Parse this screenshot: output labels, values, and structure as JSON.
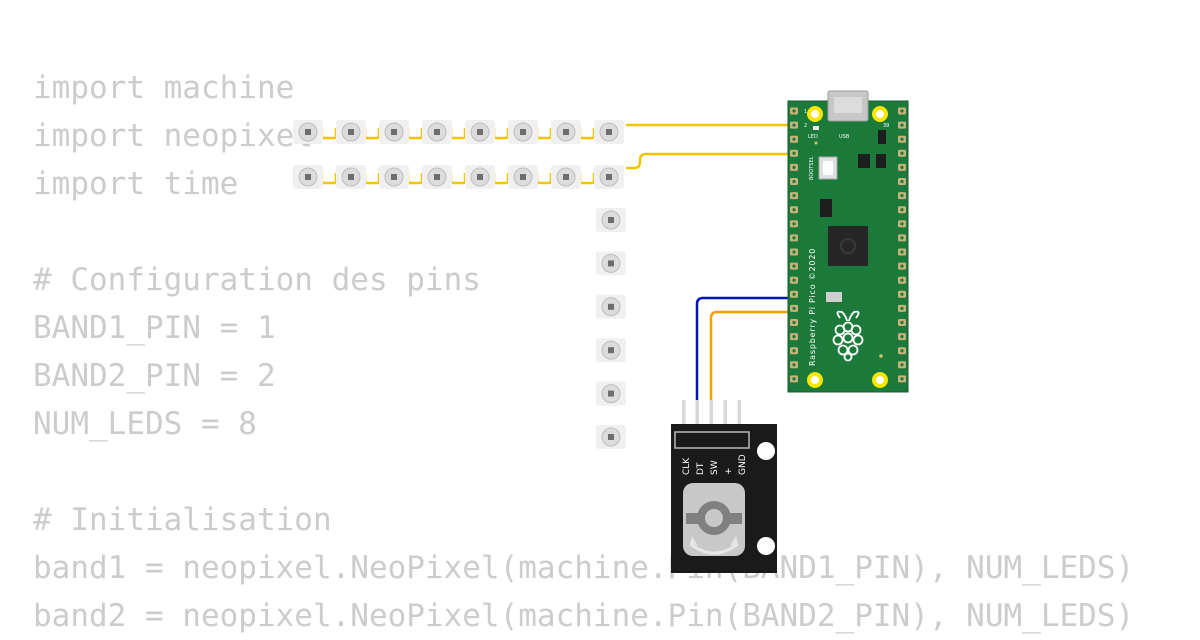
{
  "code": {
    "lines": [
      "import machine",
      "import neopixel",
      "import time",
      "",
      "# Configuration des pins",
      "BAND1_PIN = 1",
      "BAND2_PIN = 2",
      "NUM_LEDS = 8",
      "",
      "# Initialisation",
      "band1 = neopixel.NeoPixel(machine.Pin(BAND1_PIN), NUM_LEDS)",
      "band2 = neopixel.NeoPixel(machine.Pin(BAND2_PIN), NUM_LEDS)"
    ]
  },
  "pico": {
    "led_label": "LED",
    "usb_label": "USB",
    "bootsel_label": "BOOTSEL",
    "pin_1": "1",
    "pin_2": "2",
    "pin_39": "39",
    "name_label": "Raspberry Pi Pico ©2020"
  },
  "encoder": {
    "pins": [
      "CLK",
      "DT",
      "SW",
      "+",
      "GND"
    ]
  },
  "colors": {
    "code_text": "#cccccc",
    "wire_yellow": "#f2c500",
    "wire_blue": "#0016b8",
    "wire_orange": "#f5a000",
    "pico_green": "#1b7a3a",
    "encoder_black": "#1a1a1a"
  }
}
